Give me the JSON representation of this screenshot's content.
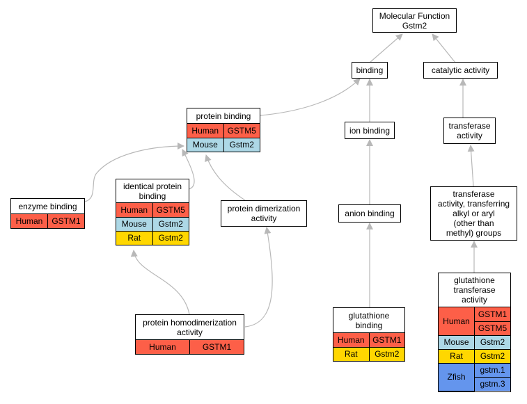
{
  "colors": {
    "human": "#fd5f48",
    "mouse": "#add8e6",
    "rat": "#ffd700",
    "zfish": "#6495ed",
    "edge": "#b8b8b8"
  },
  "nodes": {
    "root": {
      "line1": "Molecular Function",
      "line2": "Gstm2"
    },
    "binding": {
      "label": "binding"
    },
    "catalytic": {
      "label": "catalytic activity"
    },
    "protein_binding": {
      "label": "protein binding",
      "rows": [
        {
          "species": "Human",
          "gene": "GSTM5"
        },
        {
          "species": "Mouse",
          "gene": "Gstm2"
        }
      ]
    },
    "ion_binding": {
      "label": "ion binding"
    },
    "transferase": {
      "line1": "transferase",
      "line2": "activity"
    },
    "enzyme_binding": {
      "label": "enzyme binding",
      "rows": [
        {
          "species": "Human",
          "gene": "GSTM1"
        }
      ]
    },
    "identical": {
      "line1": "identical protein",
      "line2": "binding",
      "rows": [
        {
          "species": "Human",
          "gene": "GSTM5"
        },
        {
          "species": "Mouse",
          "gene": "Gstm2"
        },
        {
          "species": "Rat",
          "gene": "Gstm2"
        }
      ]
    },
    "dimerization": {
      "line1": "protein dimerization",
      "line2": "activity"
    },
    "anion_binding": {
      "label": "anion binding"
    },
    "transferase_alkyl": {
      "line1": "transferase",
      "line2": "activity, transferring",
      "line3": "alkyl or aryl",
      "line4": "(other than",
      "line5": "methyl) groups"
    },
    "homodimer": {
      "line1": "protein homodimerization",
      "line2": "activity",
      "rows": [
        {
          "species": "Human",
          "gene": "GSTM1"
        }
      ]
    },
    "glutathione_binding": {
      "line1": "glutathione",
      "line2": "binding",
      "rows": [
        {
          "species": "Human",
          "gene": "GSTM1"
        },
        {
          "species": "Rat",
          "gene": "Gstm2"
        }
      ]
    },
    "gst_activity": {
      "line1": "glutathione",
      "line2": "transferase",
      "line3": "activity",
      "groups": [
        {
          "species": "Human",
          "genes": [
            "GSTM1",
            "GSTM5"
          ]
        },
        {
          "species": "Mouse",
          "genes": [
            "Gstm2"
          ]
        },
        {
          "species": "Rat",
          "genes": [
            "Gstm2"
          ]
        },
        {
          "species": "Zfish",
          "genes": [
            "gstm.1",
            "gstm.3"
          ]
        }
      ]
    }
  }
}
